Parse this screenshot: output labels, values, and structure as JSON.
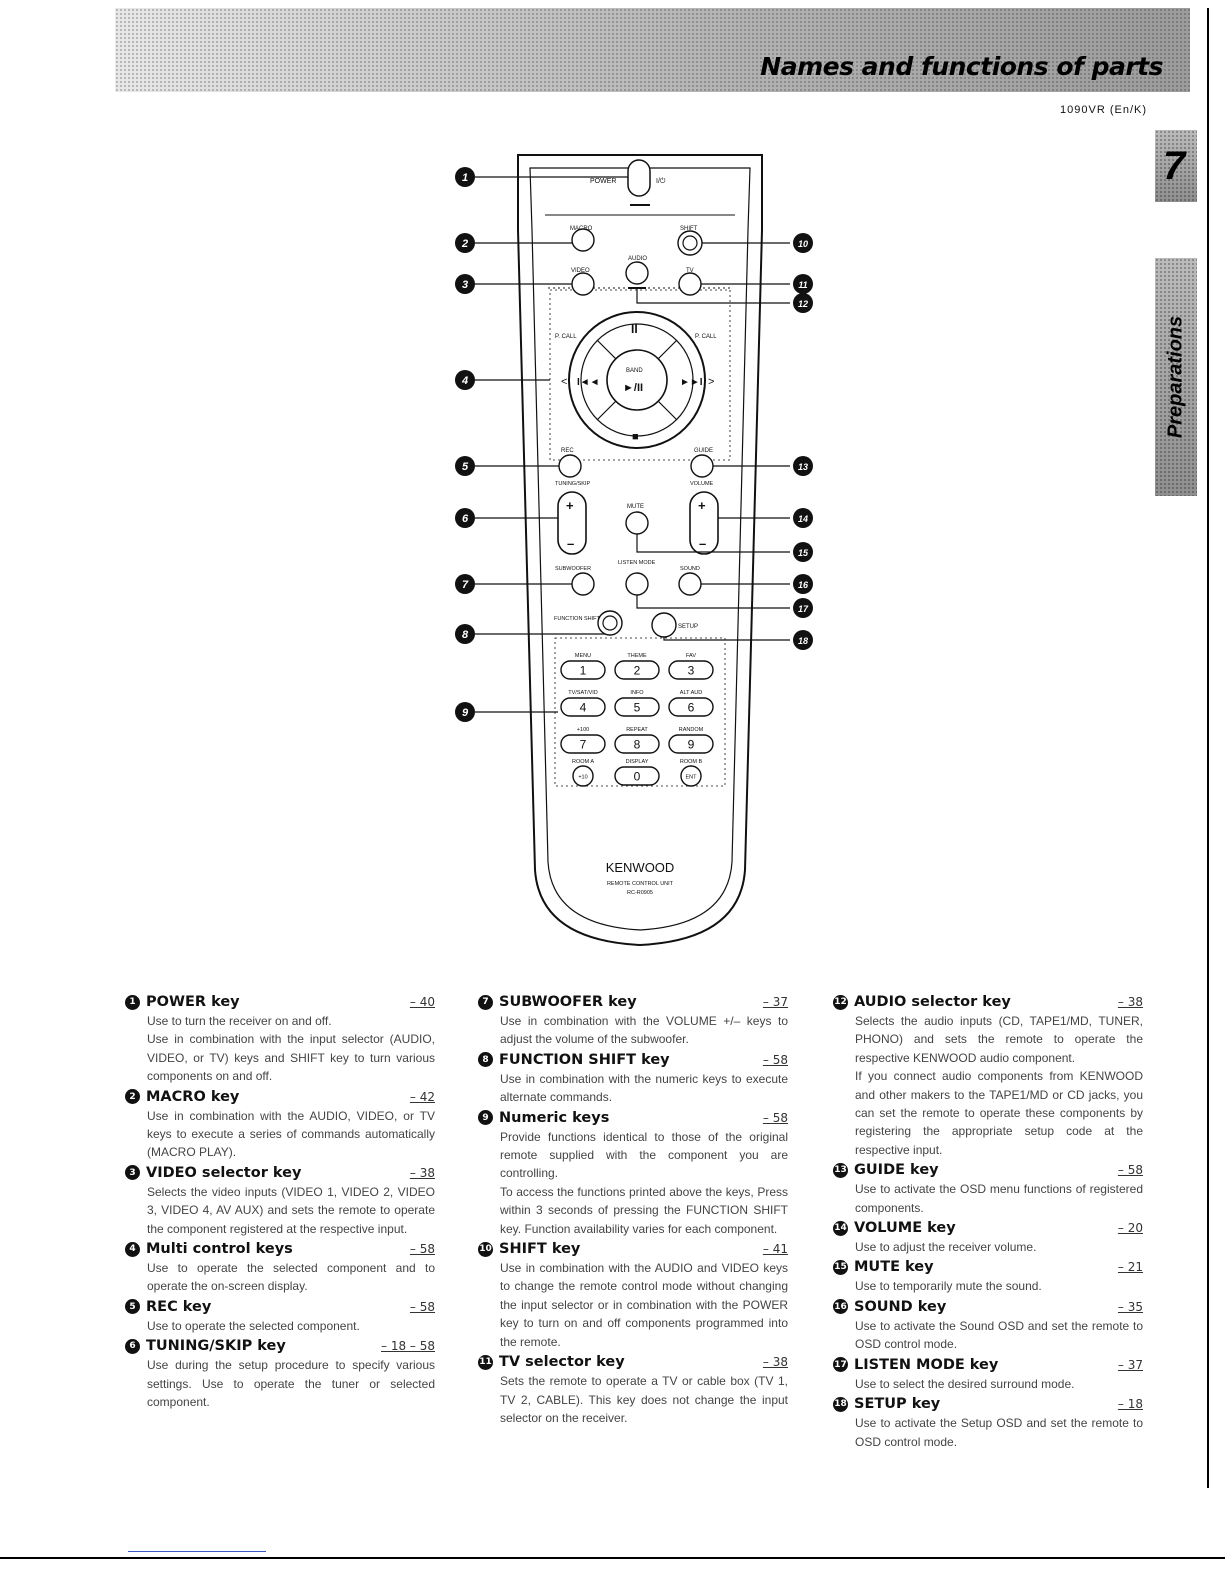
{
  "header": {
    "title": "Names and functions of parts",
    "model": "1090VR (En/K)",
    "page_number": "7",
    "section_tab": "Preparations"
  },
  "remote": {
    "labels": {
      "power": "POWER",
      "power_symbol": "I/⏻",
      "macro": "MACRO",
      "shift": "SHIFT",
      "audio": "AUDIO",
      "video": "VIDEO",
      "tv": "TV",
      "p_call_left": "P. CALL",
      "p_call_right": "P. CALL",
      "band": "BAND",
      "play_pause": "►/II",
      "pause": "II",
      "stop": "■",
      "prev": "I◄◄",
      "next": "►►I",
      "left_arrow": "<",
      "right_arrow": ">",
      "rec": "REC",
      "guide": "GUIDE",
      "tuning_skip": "TUNING/SKIP",
      "volume": "VOLUME",
      "mute": "MUTE",
      "listen_mode": "LISTEN MODE",
      "subwoofer": "SUBWOOFER",
      "sound": "SOUND",
      "function_shift": "FUNCTION SHIFT",
      "setup": "SETUP",
      "plus": "+",
      "minus": "–",
      "brand": "KENWOOD",
      "unit_name": "REMOTE CONTROL UNIT",
      "unit_model": "RC-R0905"
    },
    "numeric_keys": [
      {
        "top": "MENU",
        "key": "1"
      },
      {
        "top": "THEME",
        "key": "2"
      },
      {
        "top": "FAV",
        "key": "3"
      },
      {
        "top": "TV/SAT/VID",
        "key": "4"
      },
      {
        "top": "INFO",
        "key": "5"
      },
      {
        "top": "ALT AUD",
        "key": "6"
      },
      {
        "top": "+100",
        "key": "7"
      },
      {
        "top": "REPEAT",
        "key": "8"
      },
      {
        "top": "RANDOM",
        "key": "9"
      },
      {
        "top": "ROOM A",
        "key": "+10"
      },
      {
        "top": "DISPLAY",
        "key": "0"
      },
      {
        "top": "ROOM B",
        "key": "ENT"
      }
    ],
    "callout_numbers": [
      "1",
      "2",
      "3",
      "4",
      "5",
      "6",
      "7",
      "8",
      "9",
      "10",
      "11",
      "12",
      "13",
      "14",
      "15",
      "16",
      "17",
      "18"
    ]
  },
  "descriptions": {
    "col1": [
      {
        "num": "1",
        "title": "POWER key",
        "ref": "40",
        "body": [
          "Use to turn the receiver on and off.",
          "Use in combination with the input selector (AUDIO, VIDEO, or TV) keys and SHIFT key to turn various components on and off."
        ]
      },
      {
        "num": "2",
        "title": "MACRO key",
        "ref": "42",
        "body": [
          "Use in combination with the AUDIO, VIDEO, or TV keys to execute a series of commands automatically (MACRO PLAY)."
        ]
      },
      {
        "num": "3",
        "title": "VIDEO selector key",
        "ref": "38",
        "body": [
          "Selects the video inputs (VIDEO 1, VIDEO 2, VIDEO 3, VIDEO 4, AV AUX) and sets the remote to operate the component registered at the respective input."
        ]
      },
      {
        "num": "4",
        "title": "Multi control keys",
        "ref": "58",
        "body": [
          "Use to operate the selected component and to operate the on-screen display."
        ]
      },
      {
        "num": "5",
        "title": "REC key",
        "ref": "58",
        "body": [
          "Use to operate the selected component."
        ]
      },
      {
        "num": "6",
        "title": "TUNING/SKIP key",
        "ref": "18 – 58",
        "body": [
          "Use during the setup procedure to specify various settings. Use to operate the tuner or selected component."
        ]
      }
    ],
    "col2": [
      {
        "num": "7",
        "title": "SUBWOOFER key",
        "ref": "37",
        "body": [
          "Use in combination with the VOLUME +/– keys to adjust the volume of the subwoofer."
        ]
      },
      {
        "num": "8",
        "title": "FUNCTION SHIFT key",
        "ref": "58",
        "body": [
          "Use in combination with the numeric keys to execute alternate commands."
        ]
      },
      {
        "num": "9",
        "title": "Numeric keys",
        "ref": "58",
        "body": [
          "Provide functions identical to those of the original remote supplied with the component you are controlling.",
          "To access the functions printed above the keys, Press within 3 seconds of pressing the FUNCTION SHIFT key. Function availability varies for each component."
        ]
      },
      {
        "num": "10",
        "title": "SHIFT key",
        "ref": "41",
        "body": [
          "Use in combination with the AUDIO and VIDEO keys to change the remote control mode without changing the input selector or in combination with the POWER key to turn on and off components programmed into the remote."
        ]
      },
      {
        "num": "11",
        "title": "TV selector key",
        "ref": "38",
        "body": [
          "Sets the remote to operate a TV or cable box (TV 1, TV 2, CABLE). This key does not change the input selector on the receiver."
        ]
      }
    ],
    "col3": [
      {
        "num": "12",
        "title": "AUDIO selector key",
        "ref": "38",
        "body": [
          "Selects the audio inputs (CD, TAPE1/MD, TUNER, PHONO) and sets the remote to operate the respective KENWOOD audio component.",
          "If you connect audio components from KENWOOD and other makers to the TAPE1/MD or CD jacks, you can set the remote to operate these components by registering the appropriate setup code at the respective input."
        ]
      },
      {
        "num": "13",
        "title": "GUIDE key",
        "ref": "58",
        "body": [
          "Use to activate the OSD menu functions of registered components."
        ]
      },
      {
        "num": "14",
        "title": "VOLUME key",
        "ref": "20",
        "body": [
          "Use to adjust the receiver volume."
        ]
      },
      {
        "num": "15",
        "title": "MUTE key",
        "ref": "21",
        "body": [
          "Use to temporarily mute the sound."
        ]
      },
      {
        "num": "16",
        "title": "SOUND key",
        "ref": "35",
        "body": [
          "Use to activate the Sound OSD and set the remote to OSD control mode."
        ]
      },
      {
        "num": "17",
        "title": "LISTEN MODE key",
        "ref": "37",
        "body": [
          "Use to select the desired surround mode."
        ]
      },
      {
        "num": "18",
        "title": "SETUP key",
        "ref": "18",
        "body": [
          "Use to activate the Setup OSD and set the remote to OSD control mode."
        ]
      }
    ]
  },
  "colors": {
    "ink": "#111111",
    "text": "#444444",
    "band_dark": "#9c9c9c",
    "band_light": "#e9e9e9"
  }
}
